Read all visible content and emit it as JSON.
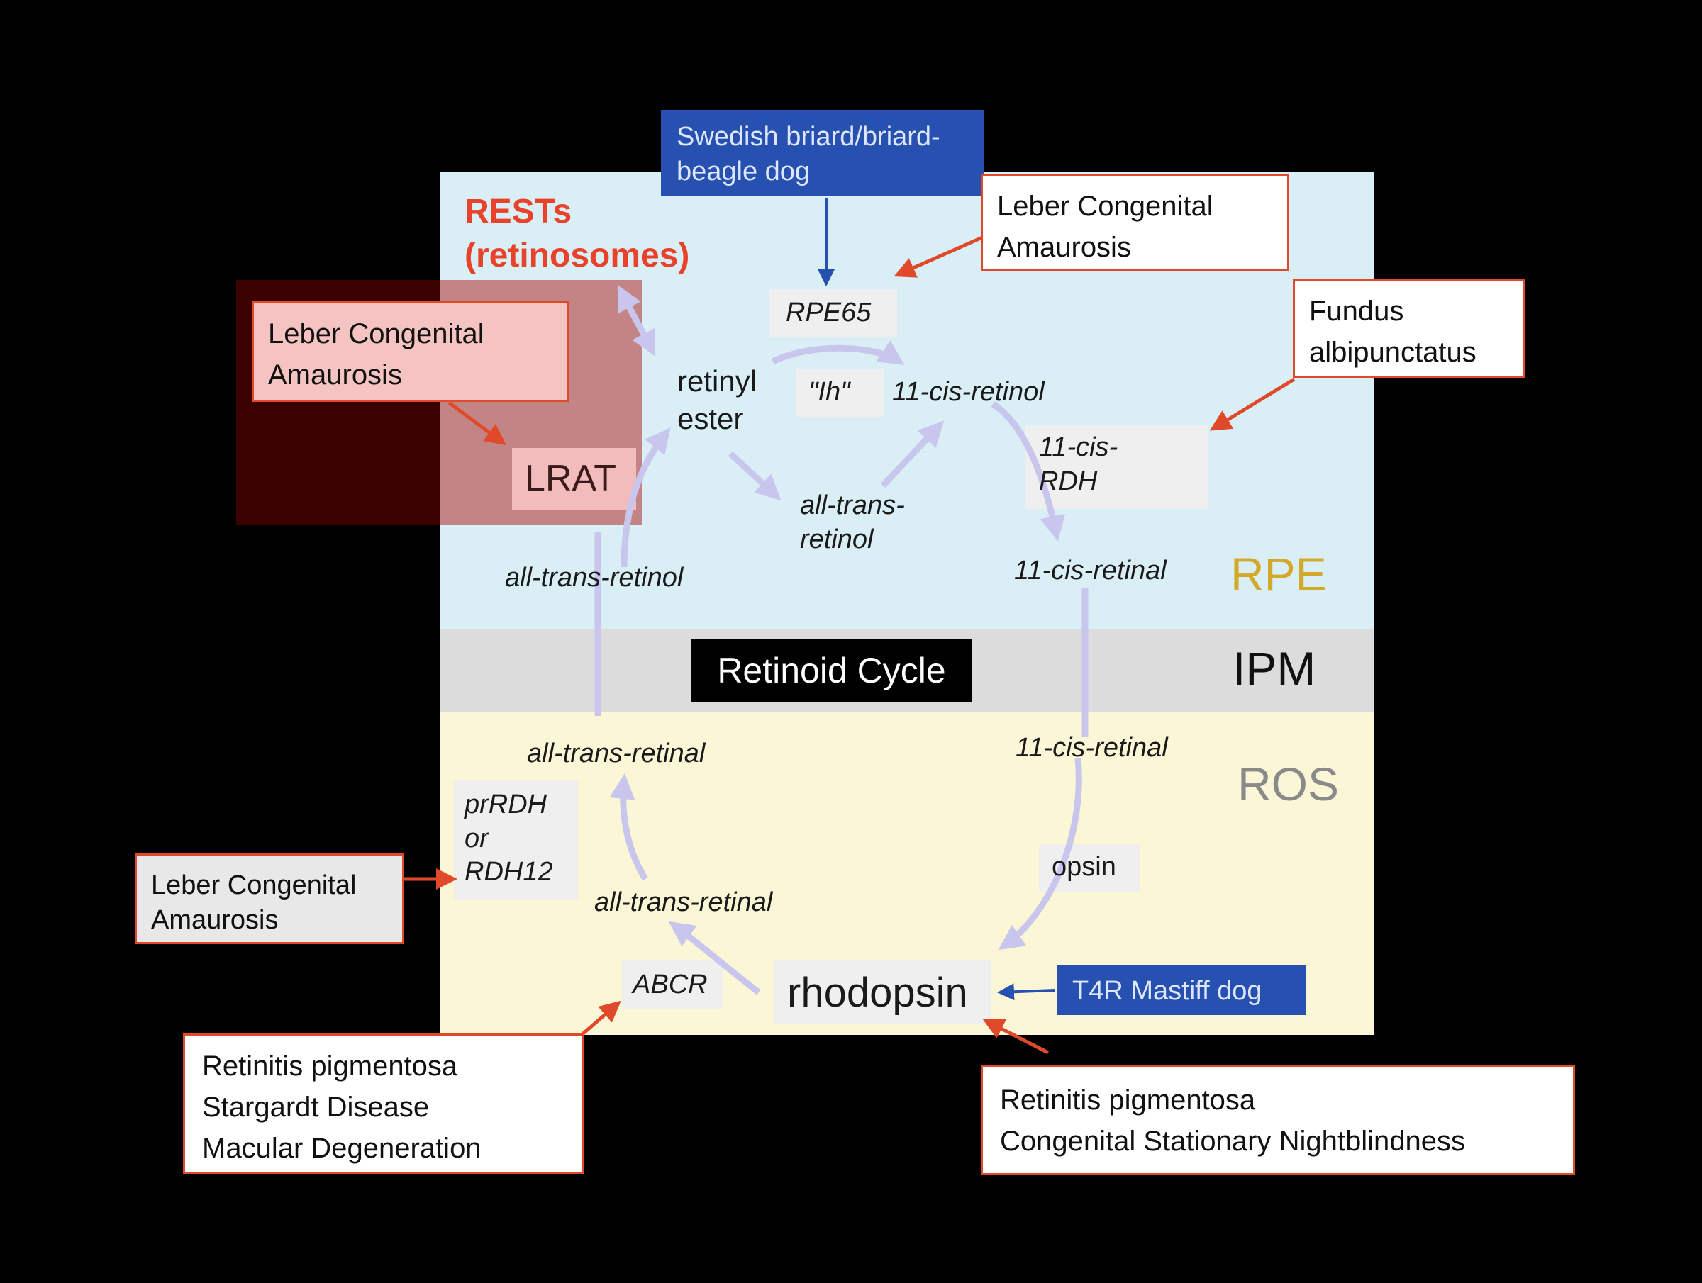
{
  "zones": {
    "rpe": "RPE",
    "ipm": "IPM",
    "ros": "ROS"
  },
  "title": "Retinoid Cycle",
  "rests": {
    "line1": "RESTs",
    "line2": "(retinosomes)"
  },
  "enzymes": {
    "rpe65": "RPE65",
    "lrat": "LRAT",
    "ih": "\"Ih\"",
    "cis_rdh_line1": "11-cis-",
    "cis_rdh_line2": "RDH",
    "prrdh_line1": "prRDH",
    "prrdh_line2": "or",
    "prrdh_line3": "RDH12",
    "abcr": "ABCR"
  },
  "molecules": {
    "retinyl_ester_line1": "retinyl",
    "retinyl_ester_line2": "ester",
    "cis_retinol": "11-cis-retinol",
    "all_trans_retinol_inner_line1": "all-trans-",
    "all_trans_retinol_inner_line2": "retinol",
    "all_trans_retinol_rpe": "all-trans-retinol",
    "cis_retinal_rpe": "11-cis-retinal",
    "cis_retinal_ros": "11-cis-retinal",
    "all_trans_retinal_top": "all-trans-retinal",
    "all_trans_retinal_mid": "all-trans-retinal",
    "opsin": "opsin",
    "rhodopsin": "rhodopsin"
  },
  "animal_models": {
    "swedish_briard": "Swedish briard/briard-\nbeagle dog",
    "t4r_mastiff": "T4R Mastiff dog"
  },
  "diseases": {
    "lca_rpe65": [
      "Leber Congenital",
      "Amaurosis"
    ],
    "lca_lrat": [
      "Leber Congenital",
      "Amaurosis"
    ],
    "fundus": [
      "Fundus",
      "albipunctatus"
    ],
    "lca_rdh12": [
      "Leber Congenital",
      "Amaurosis"
    ],
    "abcr_diseases": [
      "Retinitis pigmentosa",
      "Stargardt Disease",
      "Macular Degeneration"
    ],
    "rhodopsin_diseases": [
      "Retinitis pigmentosa",
      "Congenital Stationary Nightblindness"
    ]
  },
  "colors": {
    "background": "#000000",
    "rpe": "#d9eff5",
    "ipm": "#dcdcdc",
    "ros": "#fbf7d6",
    "disease_arrow": "#e04a2a",
    "cycle_arrow": "#c9c6ee",
    "rpe_label": "#d4a92a",
    "rests_label": "#e8432a",
    "blue_box": "#2751b0"
  },
  "icons": {
    "disease_arrow": "arrow-red",
    "model_arrow": "arrow-blue",
    "cycle_arrow": "arrow-lavender"
  }
}
